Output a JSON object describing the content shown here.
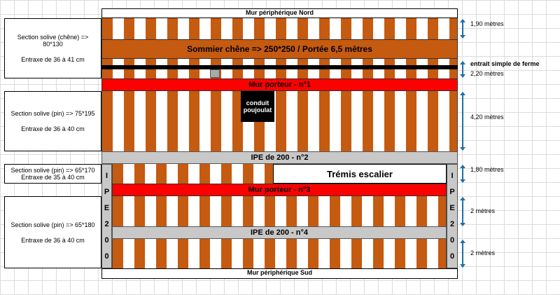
{
  "walls": {
    "north": "Mur périphérique Nord",
    "south": "Mur périphérique Sud"
  },
  "beam_oak": "Sommier chêne => 250*250 / Portée 6,5 mètres",
  "tie_beam": "entrait simple de ferme",
  "load_wall_1": "Mur porteur - n°1",
  "load_wall_3": "Mur porteur - n°3",
  "ipe_2": "IPE de 200 - n°2",
  "ipe_4": "IPE de 200 - n°4",
  "ipe_vertical_letters": [
    "I",
    "P",
    "E",
    "2",
    "0",
    "0"
  ],
  "duct": {
    "line1": "conduit",
    "line2": "poujoulat"
  },
  "stair_opening": "Trémis escalier",
  "sections": [
    {
      "line1": "Section solive (chêne) =>",
      "line2": "80*130",
      "line3": "Entraxe de 36 à 41 cm"
    },
    {
      "line1": "Section solive (pin) => 75*195",
      "line2": "Entraxe de 36 à 40 cm"
    },
    {
      "line1": "Section solive (pin) => 65*170",
      "line2": "Entraxe de 35 à 40 cm"
    },
    {
      "line1": "Section solive (pin) => 65*180",
      "line2": "Entraxe de 36 à 40 cm"
    }
  ],
  "dimensions": [
    "1,90 mètres",
    "2,20 mètres",
    "4,20 mètres",
    "1,80 mètres",
    "2 mètres",
    "2 mètres"
  ],
  "colors": {
    "oak": "#c55a11",
    "load_wall": "#ff0000",
    "ipe": "#c8c8c8",
    "arrow": "#1f6fa8"
  }
}
